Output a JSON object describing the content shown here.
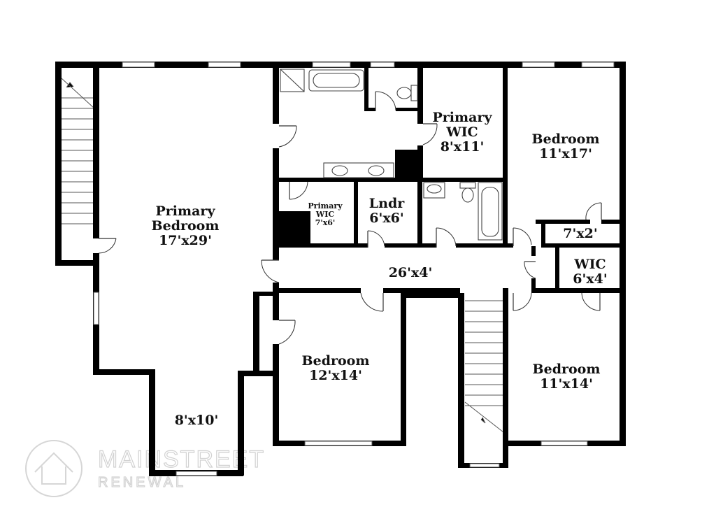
{
  "rooms": {
    "primary_bedroom": {
      "name_line1": "Primary",
      "name_line2": "Bedroom",
      "size": "17'x29'"
    },
    "nook": {
      "size": "8'x10'"
    },
    "primary_wic_large": {
      "name_line1": "Primary",
      "name_line2": "WIC",
      "size": "8'x11'"
    },
    "primary_wic_small": {
      "name_line1": "Primary",
      "name_line2": "WIC",
      "size": "7'x6'"
    },
    "laundry": {
      "name": "Lndr",
      "size": "6'x6'"
    },
    "bedroom_top_right": {
      "name": "Bedroom",
      "size": "11'x17'"
    },
    "closet_7x2": {
      "size": "7'x2'"
    },
    "wic_right": {
      "name": "WIC",
      "size": "6'x4'"
    },
    "hallway": {
      "size": "26'x4'"
    },
    "bedroom_center": {
      "name": "Bedroom",
      "size": "12'x14'"
    },
    "bedroom_bottom_right": {
      "name": "Bedroom",
      "size": "11'x14'"
    }
  },
  "watermark": {
    "line1": "MAINSTREET",
    "line2": "RENEWAL"
  },
  "colors": {
    "wall": "#000000",
    "background": "#ffffff",
    "watermark": "#d2d2d2"
  }
}
